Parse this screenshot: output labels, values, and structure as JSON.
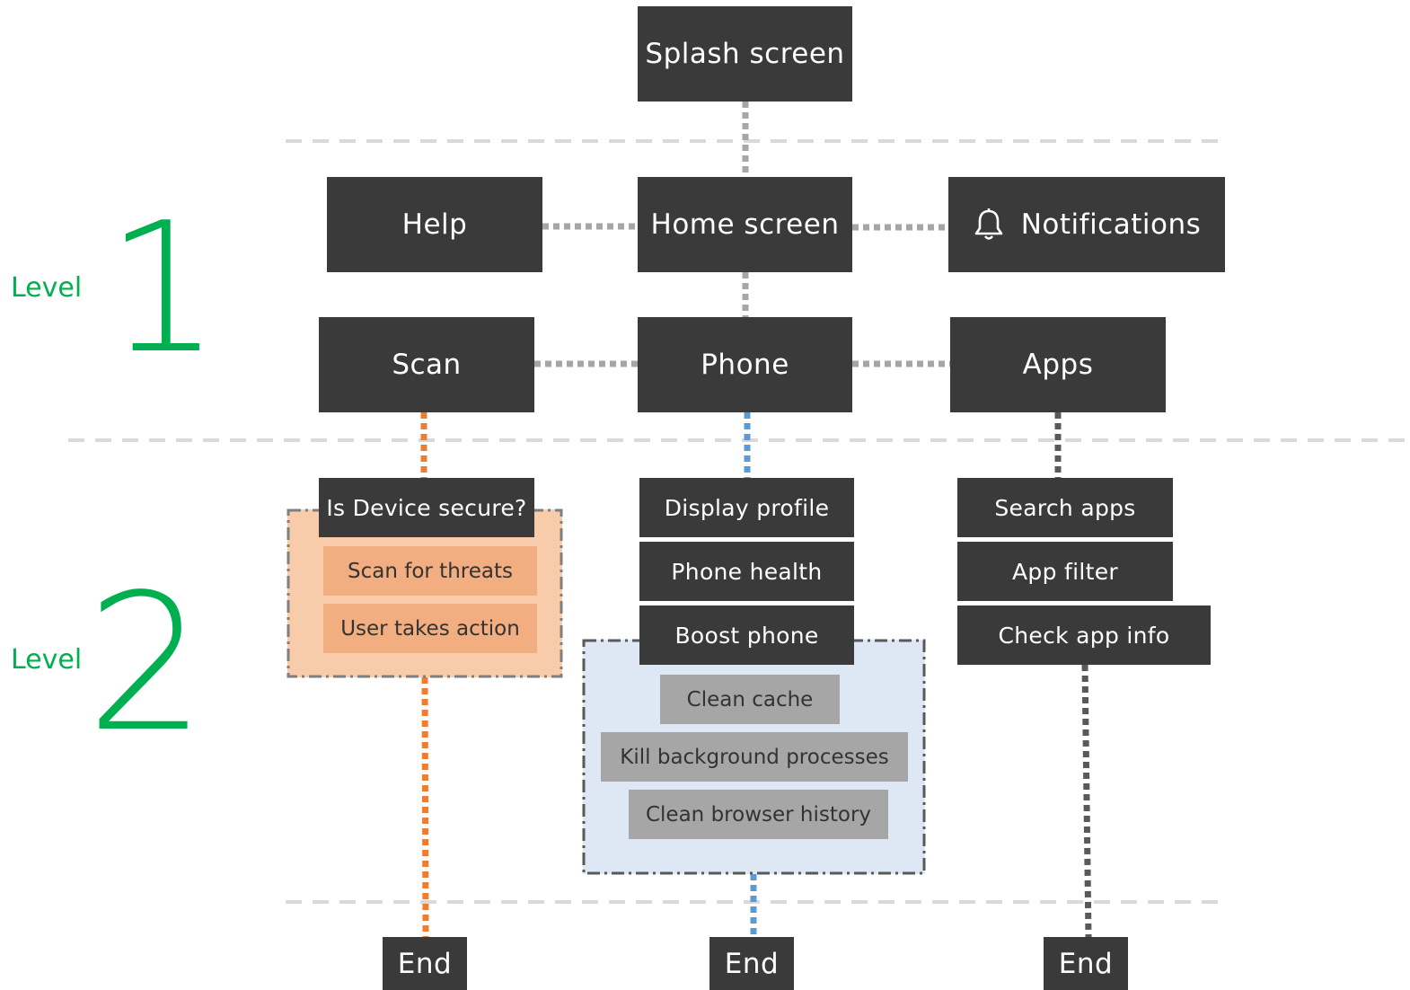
{
  "levels": [
    {
      "label": "Level",
      "number": "1"
    },
    {
      "label": "Level",
      "number": "2"
    }
  ],
  "nodes": {
    "splash": "Splash screen",
    "help": "Help",
    "home": "Home screen",
    "notifications": "Notifications",
    "scan": "Scan",
    "phone": "Phone",
    "apps": "Apps"
  },
  "scan_branch": {
    "header": "Is Device secure?",
    "steps": [
      "Scan for threats",
      "User takes action"
    ],
    "end": "End"
  },
  "phone_branch": {
    "items": [
      "Display profile",
      "Phone health",
      "Boost phone"
    ],
    "boost_steps": [
      "Clean cache",
      "Kill background processes",
      "Clean browser history"
    ],
    "end": "End"
  },
  "apps_branch": {
    "items": [
      "Search apps",
      "App filter",
      "Check app info"
    ],
    "end": "End"
  },
  "colors": {
    "node": "#3a3a3a",
    "level": "#00b050",
    "scan_line": "#ed7d31",
    "phone_line": "#5b9bd5",
    "apps_line": "#595959",
    "grey_line": "#a6a6a6",
    "divider": "#d9d9d9"
  }
}
